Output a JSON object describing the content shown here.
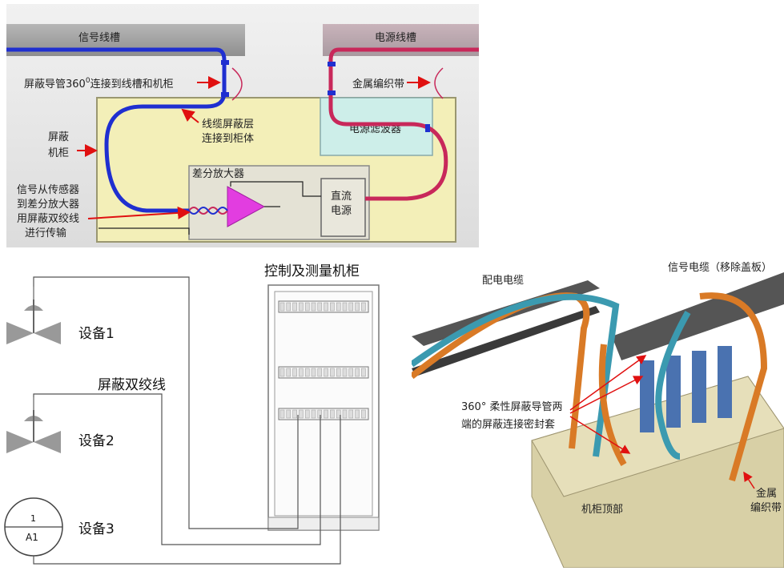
{
  "panel1": {
    "signal_trough": "信号线槽",
    "power_trough": "电源线槽",
    "conduit_360_a": "屏蔽导管360",
    "conduit_360_sup": "0",
    "conduit_360_b": "连接到线槽和机柜",
    "braid": "金属编织带",
    "shielded_cabinet_1": "屏蔽",
    "shielded_cabinet_2": "机柜",
    "cable_shield_1": "线缆屏蔽层",
    "cable_shield_2": "连接到柜体",
    "power_filter": "电源滤波器",
    "diff_amp": "差分放大器",
    "dc_1": "直流",
    "dc_2": "电源",
    "signal_path_1": "信号从传感器",
    "signal_path_2": "到差分放大器",
    "signal_path_3": "用屏蔽双绞线",
    "signal_path_4": "进行传输"
  },
  "panel2": {
    "cabinet_title": "控制及测量机柜",
    "device1": "设备1",
    "device2": "设备2",
    "device3": "设备3",
    "stp": "屏蔽双绞线",
    "dev3_top": "1",
    "dev3_bottom": "A1"
  },
  "panel3": {
    "power_cable": "配电电缆",
    "signal_cable": "信号电缆（移除盖板）",
    "sleeve_1": "360°  柔性屏蔽导管两",
    "sleeve_2": "端的屏蔽连接密封套",
    "cabinet_top": "机柜顶部",
    "braid_1": "金属",
    "braid_2": "编织带"
  },
  "colors": {
    "signal_wire": "#1f2fd0",
    "power_wire": "#c8285a",
    "annotation_arrow": "#e01010",
    "amplifier": "#e23de0",
    "cabinet_fill": "#f3efb8",
    "filter_fill": "#cdeee9",
    "copper_braid": "#d97a26",
    "cable_teal": "#3b9ab0"
  }
}
